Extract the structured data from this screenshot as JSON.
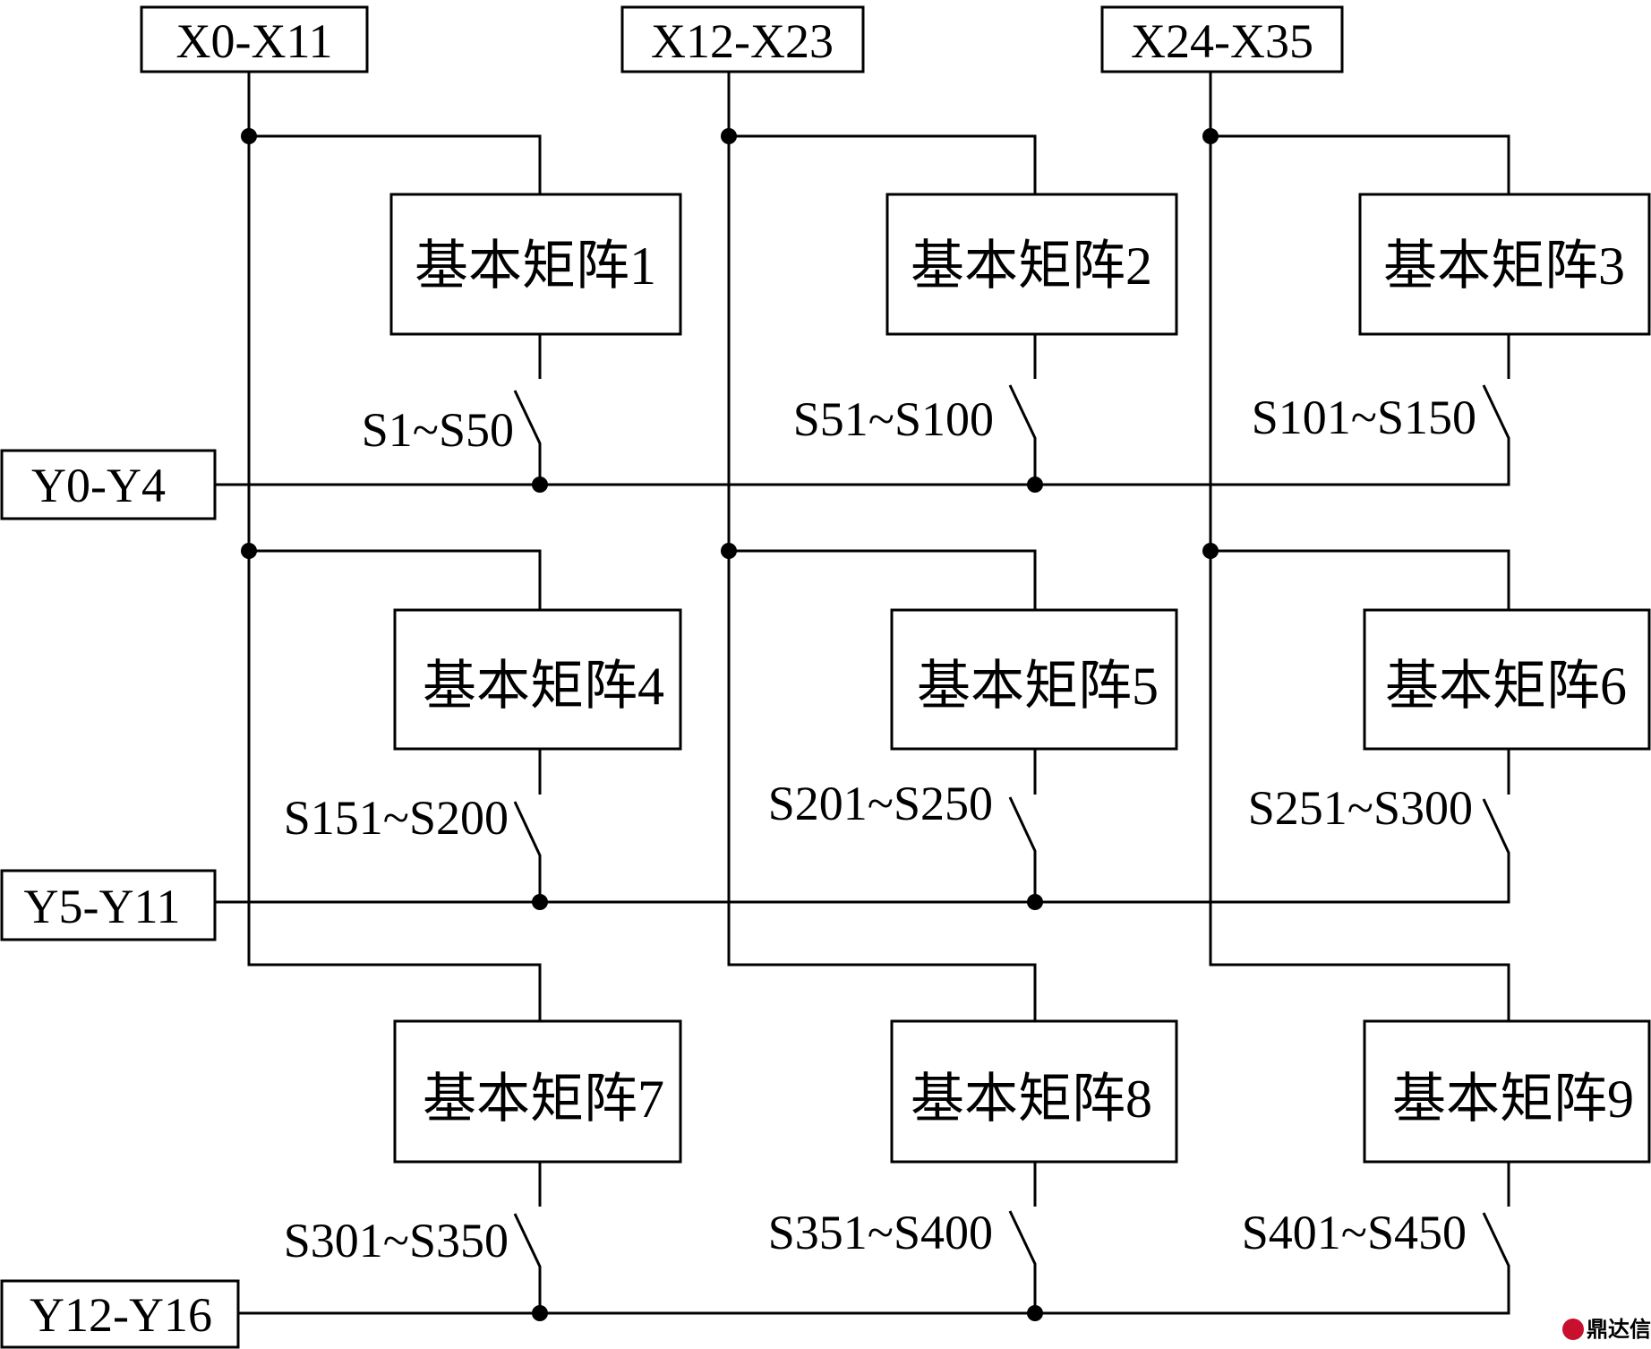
{
  "x_buses": [
    "X0-X11",
    "X12-X23",
    "X24-X35"
  ],
  "y_buses": [
    "Y0-Y4",
    "Y5-Y11",
    "Y12-Y16"
  ],
  "blocks": [
    {
      "label": "基本矩阵1",
      "switch": "S1~S50"
    },
    {
      "label": "基本矩阵2",
      "switch": "S51~S100"
    },
    {
      "label": "基本矩阵3",
      "switch": "S101~S150"
    },
    {
      "label": "基本矩阵4",
      "switch": "S151~S200"
    },
    {
      "label": "基本矩阵5",
      "switch": "S201~S250"
    },
    {
      "label": "基本矩阵6",
      "switch": "S251~S300"
    },
    {
      "label": "基本矩阵7",
      "switch": "S301~S350"
    },
    {
      "label": "基本矩阵8",
      "switch": "S351~S400"
    },
    {
      "label": "基本矩阵9",
      "switch": "S401~S450"
    }
  ],
  "watermark": "鼎达信",
  "colors": {
    "line": "#000000",
    "watermark": "#c8102e"
  }
}
